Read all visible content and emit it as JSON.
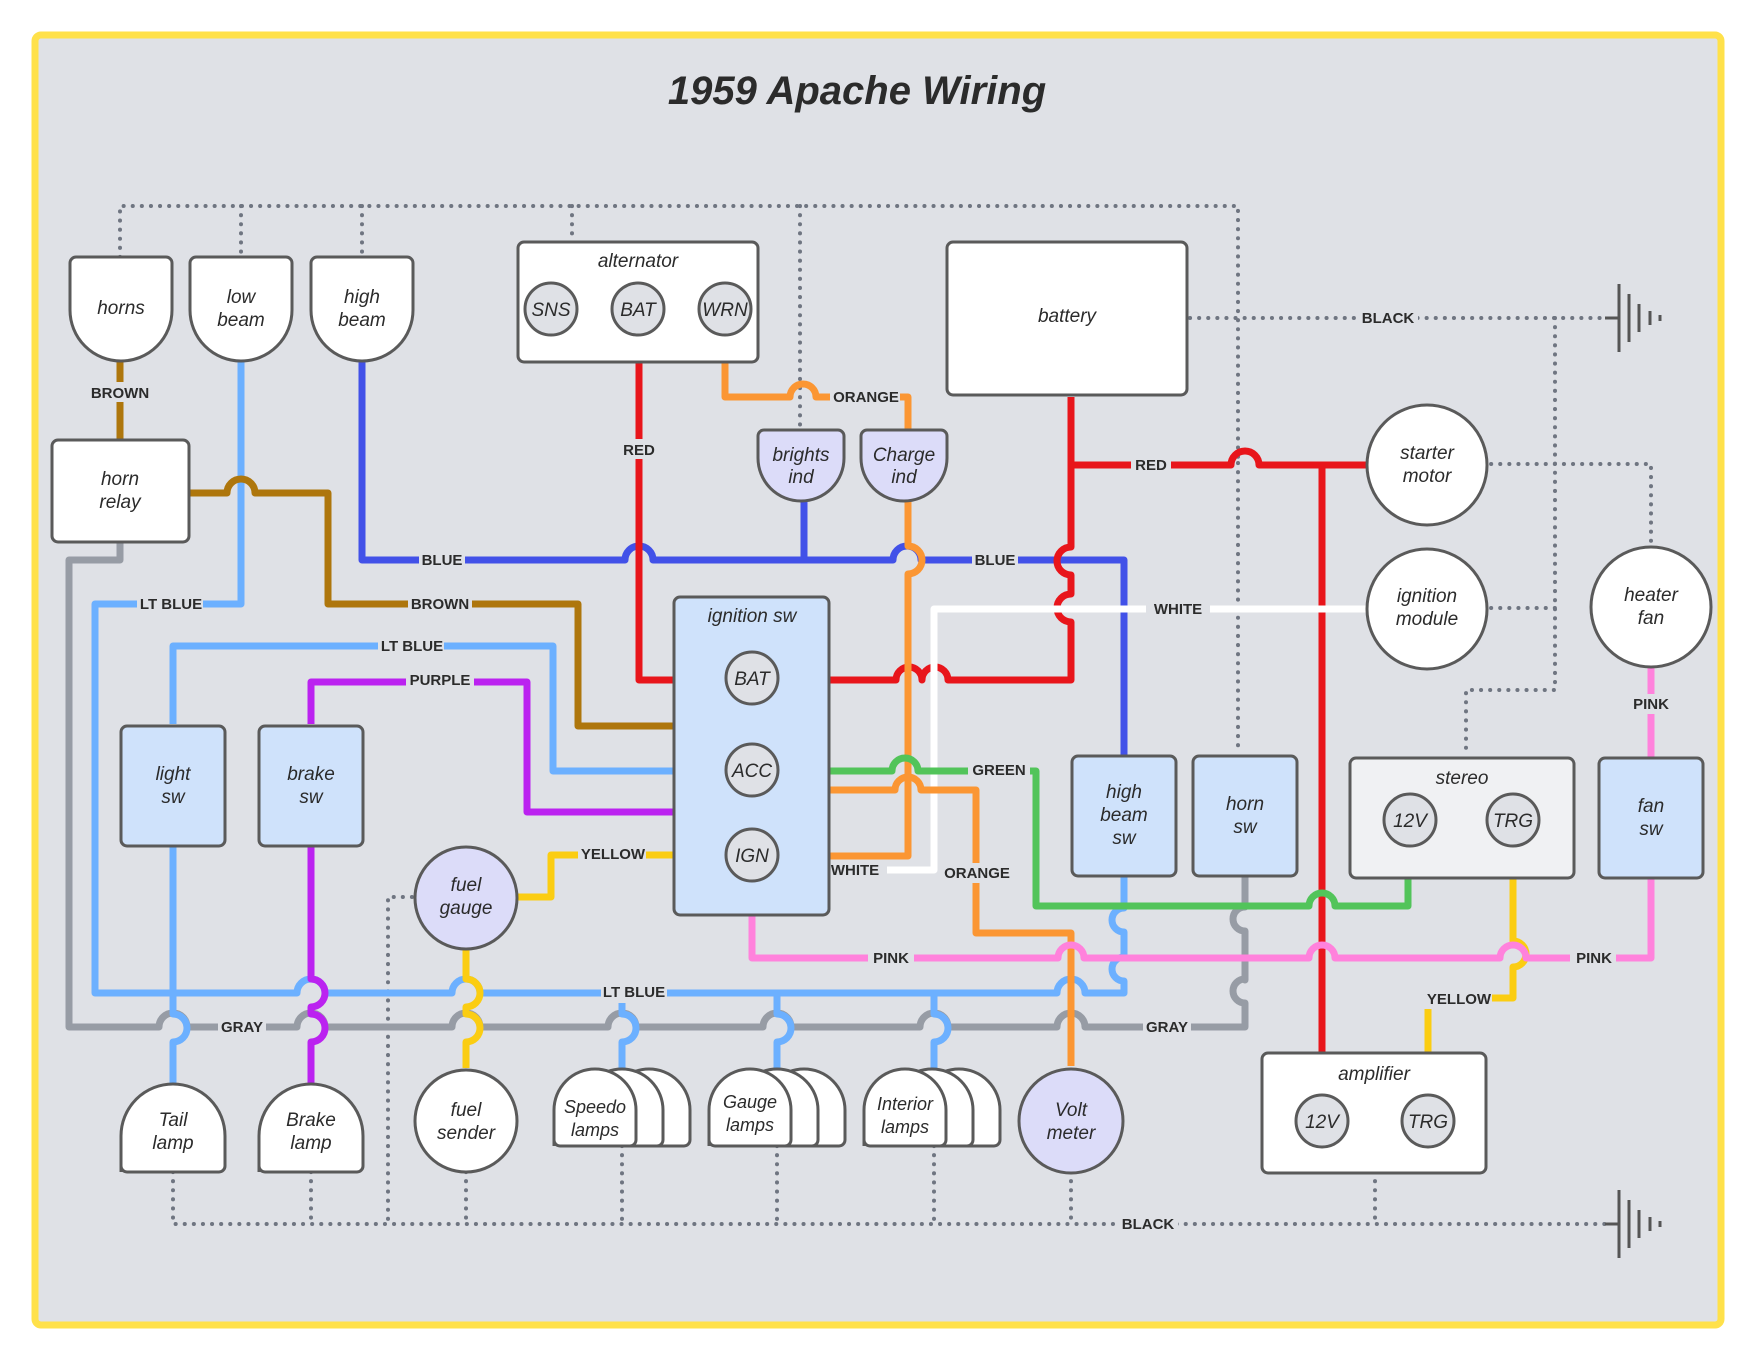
{
  "title": "1959 Apache Wiring",
  "colors": {
    "frame_border": "#ffe14a",
    "background": "#dfe1e6",
    "red": "#e8151b",
    "blue": "#4251e8",
    "lt_blue": "#6cb0ff",
    "brown": "#ae760c",
    "purple": "#bb22f0",
    "orange": "#fb9633",
    "green": "#52c45a",
    "yellow": "#fbcd12",
    "pink": "#ff82dc",
    "white": "#ffffff",
    "gray": "#979ca5",
    "black_ground": "#6f7581"
  },
  "components": {
    "horns": "horns",
    "low_beam": [
      "low",
      "beam"
    ],
    "high_beam": [
      "high",
      "beam"
    ],
    "horn_relay": [
      "horn",
      "relay"
    ],
    "alternator": {
      "label": "alternator",
      "terminals": [
        "SNS",
        "BAT",
        "WRN"
      ]
    },
    "battery": "battery",
    "brights_ind": [
      "brights",
      "ind"
    ],
    "charge_ind": [
      "Charge",
      "ind"
    ],
    "starter_motor": [
      "starter",
      "motor"
    ],
    "ignition_module": [
      "ignition",
      "module"
    ],
    "heater_fan": [
      "heater",
      "fan"
    ],
    "ignition_sw": {
      "label": "ignition sw",
      "terminals": [
        "BAT",
        "ACC",
        "IGN"
      ]
    },
    "light_sw": [
      "light",
      "sw"
    ],
    "brake_sw": [
      "brake",
      "sw"
    ],
    "fuel_gauge": [
      "fuel",
      "gauge"
    ],
    "high_beam_sw": [
      "high",
      "beam",
      "sw"
    ],
    "horn_sw": [
      "horn",
      "sw"
    ],
    "stereo": {
      "label": "stereo",
      "terminals": [
        "12V",
        "TRG"
      ]
    },
    "fan_sw": [
      "fan",
      "sw"
    ],
    "tail_lamp": [
      "Tail",
      "lamp"
    ],
    "brake_lamp": [
      "Brake",
      "lamp"
    ],
    "fuel_sender": [
      "fuel",
      "sender"
    ],
    "speedo_lamps": [
      "Speedo",
      "lamps"
    ],
    "gauge_lamps": [
      "Gauge",
      "lamps"
    ],
    "interior_lamps": [
      "Interior",
      "lamps"
    ],
    "volt_meter": [
      "Volt",
      "meter"
    ],
    "amplifier": {
      "label": "amplifier",
      "terminals": [
        "12V",
        "TRG"
      ]
    }
  },
  "wire_labels": {
    "brown_horn": "BROWN",
    "red_alt": "RED",
    "orange_wrn": "ORANGE",
    "black_top": "BLACK",
    "red_battery": "RED",
    "blue_left": "BLUE",
    "blue_right": "BLUE",
    "lt_blue_low": "LT BLUE",
    "brown_relay": "BROWN",
    "white_ign": "WHITE",
    "lt_blue_light": "LT BLUE",
    "purple_brake": "PURPLE",
    "green_acc": "GREEN",
    "yellow_fuel": "YELLOW",
    "white_ignsw": "WHITE",
    "orange_volt": "ORANGE",
    "pink_left": "PINK",
    "pink_right": "PINK",
    "pink_heater": "PINK",
    "yellow_amp": "YELLOW",
    "lt_blue_bus": "LT BLUE",
    "gray_left": "GRAY",
    "gray_right": "GRAY",
    "black_bottom": "BLACK"
  }
}
